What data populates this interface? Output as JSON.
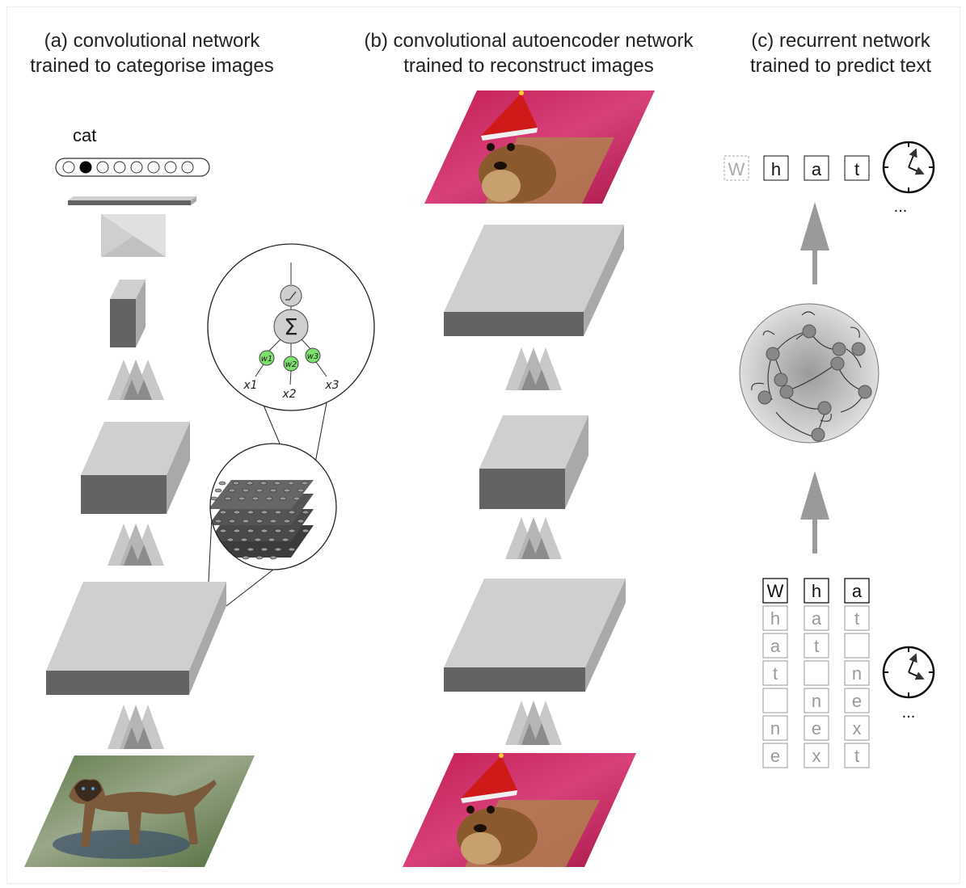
{
  "panels": {
    "a": {
      "title_line1": "(a) convolutional network",
      "title_line2": "trained to categorise images",
      "output_label": "cat"
    },
    "b": {
      "title_line1": "(b) convolutional autoencoder network",
      "title_line2": "trained to reconstruct images"
    },
    "c": {
      "title_line1": "(c) recurrent network",
      "title_line2": "trained to predict text"
    }
  },
  "neuron": {
    "sum_symbol": "Σ",
    "weights": [
      "w1",
      "w2",
      "w3"
    ],
    "inputs": [
      "x1",
      "x2",
      "x3"
    ]
  },
  "rnn": {
    "output_sequence": [
      "W",
      "h",
      "a",
      "t"
    ],
    "input_columns": [
      [
        "W",
        "h",
        "a",
        "t",
        "",
        "n",
        "e"
      ],
      [
        "h",
        "a",
        "t",
        "",
        "n",
        "e",
        "x"
      ],
      [
        "a",
        "t",
        "",
        "n",
        "e",
        "x",
        "t"
      ]
    ],
    "ellipsis_top": "...",
    "ellipsis_bottom": "..."
  },
  "colors": {
    "accent_green": "#7ee06e",
    "layer_front": "#636363",
    "layer_top": "#cfcfcf",
    "layer_side": "#a9a9a9"
  }
}
